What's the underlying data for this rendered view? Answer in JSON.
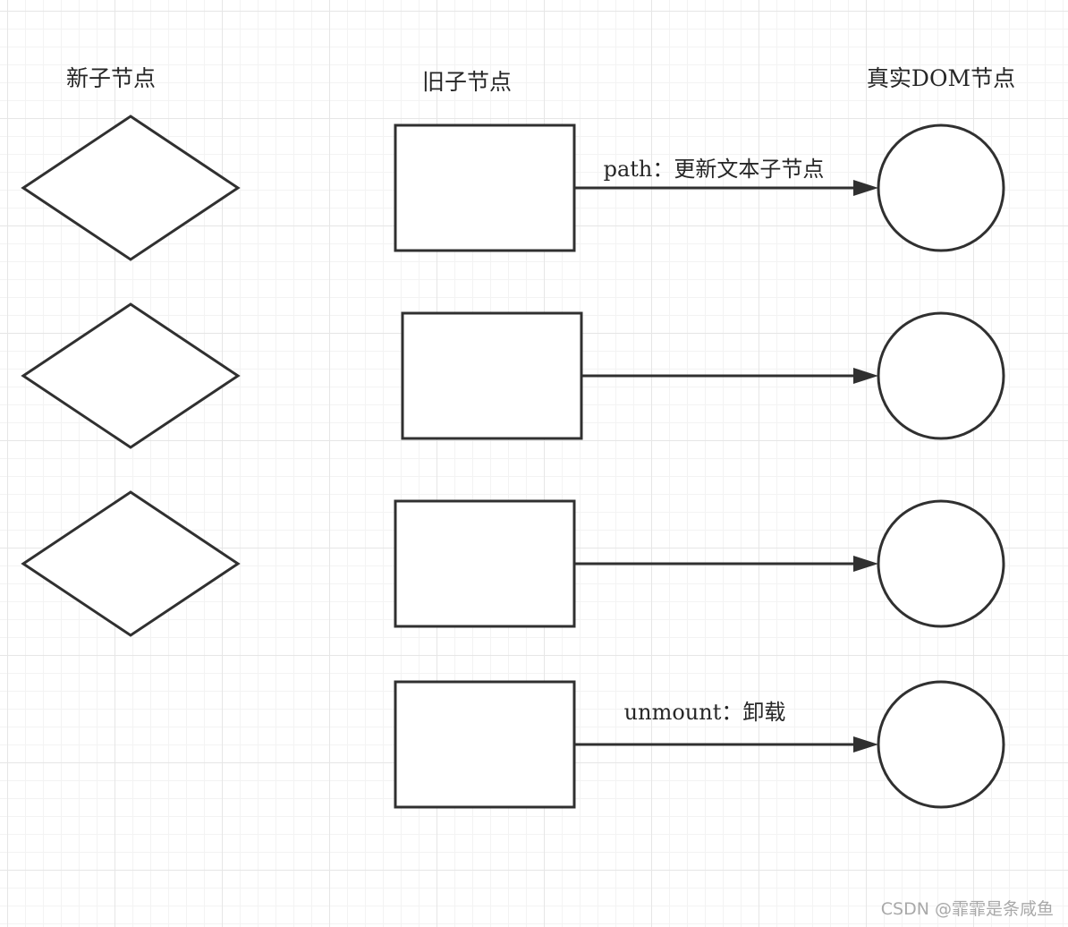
{
  "columns": {
    "new_children": "新子节点",
    "old_children": "旧子节点",
    "real_dom": "真实DOM节点"
  },
  "edges": [
    {
      "label": "path：更新文本子节点"
    },
    {
      "label": ""
    },
    {
      "label": ""
    },
    {
      "label": "unmount：卸载"
    }
  ],
  "watermark": "CSDN @霏霏是条咸鱼",
  "colors": {
    "stroke": "#303030",
    "grid": "#e6e6e6",
    "text": "#262626"
  }
}
